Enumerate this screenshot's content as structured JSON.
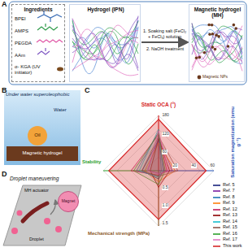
{
  "diagram": {
    "nodes": [
      {
        "text": [
          "Ingredients",
          "BPEI",
          "AMPS",
          "PEGDA",
          "AAm",
          "α- KGA (UV initiator)"
        ]
      },
      {
        "text": [
          "Hydrogel (IPN)"
        ]
      },
      {
        "text": [
          "Magnetic hydrogel (MH)"
        ]
      },
      {
        "text": [
          "Magnet"
        ]
      }
    ],
    "edges": [
      {
        "from": 1,
        "to": 2,
        "arrow": "to",
        "label": "1. Soaking salt (FeCl₂ + FeCl₃) solution"
      }
    ],
    "labels": [
      "A",
      "2. NaOH treatment",
      "Magnetic NPs",
      "B",
      "Under water superoleophobic",
      "Water",
      "Oil",
      "Magnetic hydrogel",
      "C",
      "Static OCA (°)",
      "Saturation magnetization (emu g⁻¹)",
      "Mechanical strength (MPa)",
      "Stability",
      "180",
      "120",
      "60",
      "60",
      "40",
      "20",
      "1.5",
      "1.0",
      "0.5",
      "D",
      "Droplet maneuvering",
      "MH actuator",
      "Droplet"
    ],
    "legend": [
      {
        "text": "Ref. 5"
      },
      {
        "text": "Ref. 7"
      },
      {
        "text": "Ref. 8"
      },
      {
        "text": "Ref. 9"
      },
      {
        "text": "Ref. 12"
      },
      {
        "text": "Ref. 13"
      },
      {
        "text": "Ref. 14"
      },
      {
        "text": "Ref. 15"
      },
      {
        "text": "Ref. 16"
      },
      {
        "text": "Ref. 17"
      },
      {
        "text": "This work"
      }
    ]
  }
}
